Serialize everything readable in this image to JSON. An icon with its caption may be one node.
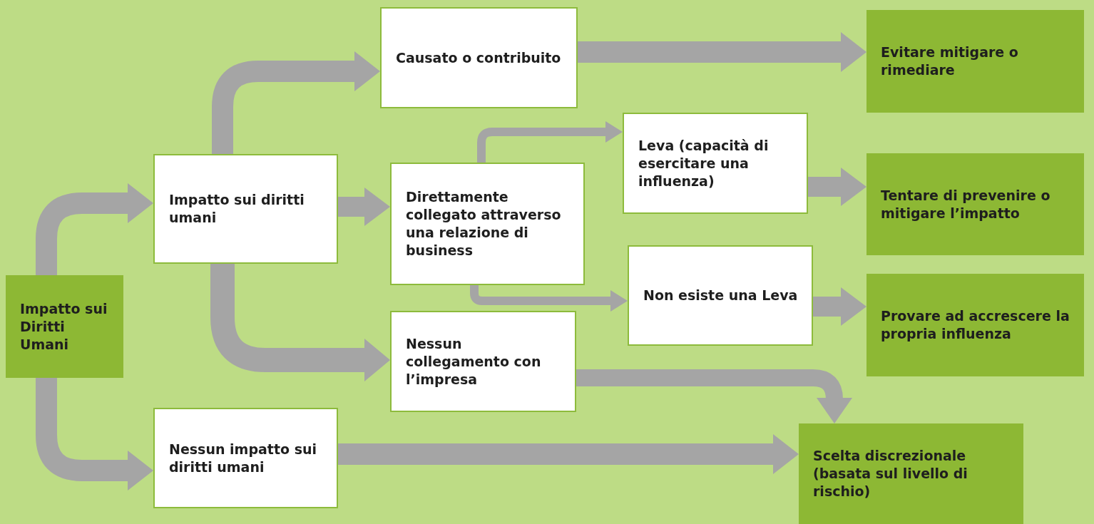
{
  "diagram": {
    "nodes": [
      {
        "text": [
          "Impatto sui Diritti Umani"
        ]
      },
      {
        "text": [
          "Impatto sui diritti umani"
        ]
      },
      {
        "text": [
          "Nessun impatto sui diritti umani"
        ]
      },
      {
        "text": [
          "Causato o contribuito"
        ]
      },
      {
        "text": [
          "Direttamente collegato attraverso una relazione di business"
        ]
      },
      {
        "text": [
          "Nessun collegamento con l’impresa"
        ]
      },
      {
        "text": [
          "Leva (capacità di esercitare una influenza)"
        ]
      },
      {
        "text": [
          "Non esiste una Leva"
        ]
      },
      {
        "text": [
          "Evitare mitigare o rimediare"
        ]
      },
      {
        "text": [
          "Tentare di prevenire o mitigare l’impatto"
        ]
      },
      {
        "text": [
          "Provare ad accrescere la propria influenza"
        ]
      },
      {
        "text": [
          "Scelta discrezionale (basata sul livello di rischio)"
        ]
      }
    ],
    "edges": [
      {
        "from": 0,
        "to": 1,
        "arrow": "to"
      },
      {
        "from": 0,
        "to": 2,
        "arrow": "to"
      },
      {
        "from": 1,
        "to": 3,
        "arrow": "to"
      },
      {
        "from": 1,
        "to": 4,
        "arrow": "to"
      },
      {
        "from": 4,
        "to": 6,
        "arrow": "to"
      },
      {
        "from": 4,
        "to": 7,
        "arrow": "to"
      },
      {
        "from": 1,
        "to": 5,
        "arrow": "to"
      },
      {
        "from": 3,
        "to": 8,
        "arrow": "to"
      },
      {
        "from": 6,
        "to": 9,
        "arrow": "to"
      },
      {
        "from": 7,
        "to": 10,
        "arrow": "to"
      },
      {
        "from": 5,
        "to": 11,
        "arrow": "to"
      },
      {
        "from": 2,
        "to": 11,
        "arrow": "to"
      }
    ]
  }
}
